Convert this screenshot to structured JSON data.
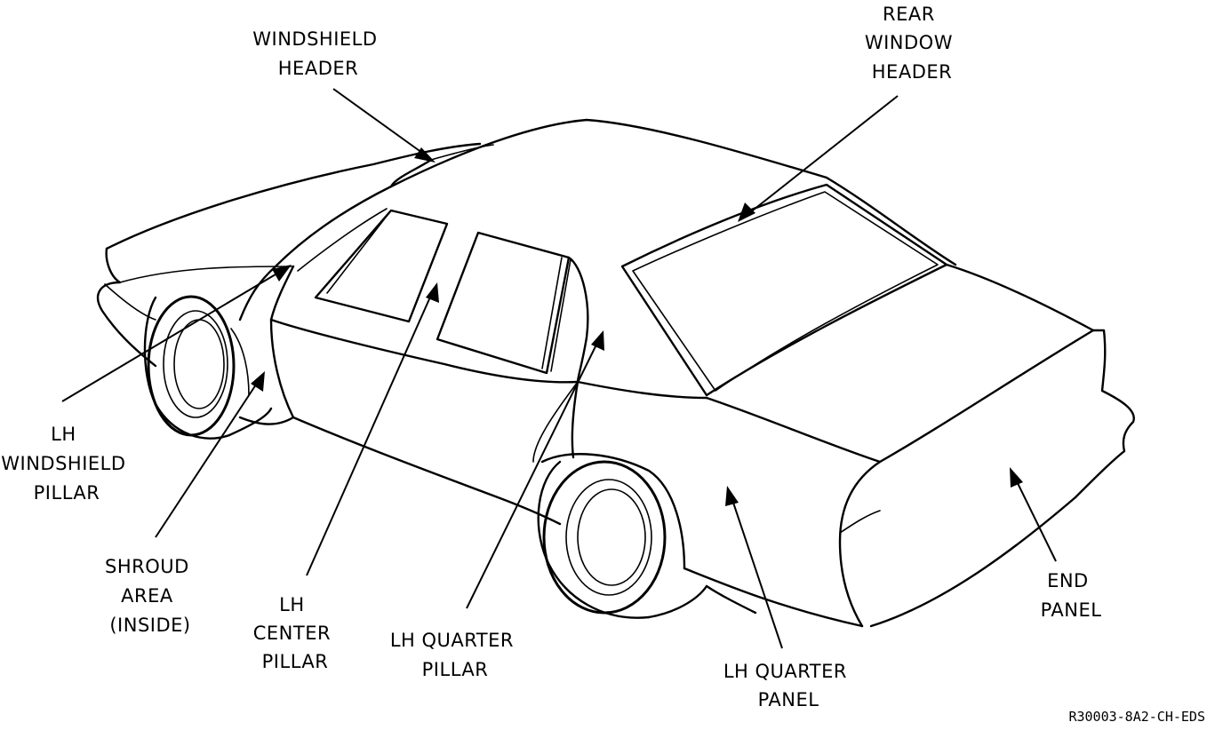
{
  "labels": {
    "windshield_header": [
      "WINDSHIELD",
      "HEADER"
    ],
    "rear_window_header": [
      "REAR",
      "WINDOW",
      "HEADER"
    ],
    "lh_windshield_pillar": [
      "LH",
      "WINDSHIELD",
      "PILLAR"
    ],
    "shroud_area": [
      "SHROUD",
      "AREA",
      "(INSIDE)"
    ],
    "lh_center_pillar": [
      "LH",
      "CENTER",
      "PILLAR"
    ],
    "lh_quarter_pillar": [
      "LH QUARTER",
      "PILLAR"
    ],
    "lh_quarter_panel": [
      "LH QUARTER",
      "PANEL"
    ],
    "end_panel": [
      "END",
      "PANEL"
    ]
  },
  "figure_code": "R30003-8A2-CH-EDS"
}
